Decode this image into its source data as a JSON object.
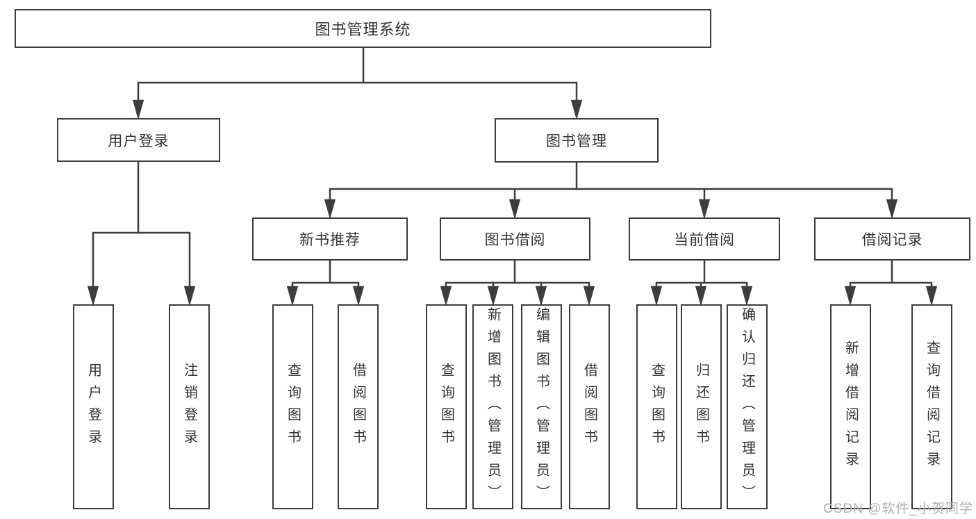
{
  "tree": {
    "label": "图书管理系统",
    "children": [
      {
        "label": "用户登录",
        "children": [
          {
            "label": "用户登录"
          },
          {
            "label": "注销登录"
          }
        ]
      },
      {
        "label": "图书管理",
        "children": [
          {
            "label": "新书推荐",
            "children": [
              {
                "label": "查询图书"
              },
              {
                "label": "借阅图书"
              }
            ]
          },
          {
            "label": "图书借阅",
            "children": [
              {
                "label": "查询图书"
              },
              {
                "label": "新增图书（管理员）"
              },
              {
                "label": "编辑图书（管理员）"
              },
              {
                "label": "借阅图书"
              }
            ]
          },
          {
            "label": "当前借阅",
            "children": [
              {
                "label": "查询图书"
              },
              {
                "label": "归还图书"
              },
              {
                "label": "确认归还（管理员）"
              }
            ]
          },
          {
            "label": "借阅记录",
            "children": [
              {
                "label": "新增借阅记录"
              },
              {
                "label": "查询借阅记录"
              }
            ]
          }
        ]
      }
    ]
  },
  "watermark": {
    "text": "CSDN @软件_小贺同学"
  },
  "colors": {
    "line": "#3d3d3d",
    "border": "#3c3c3c",
    "text": "#333333",
    "background": "#ffffff",
    "watermark": "#b0b0b0"
  }
}
